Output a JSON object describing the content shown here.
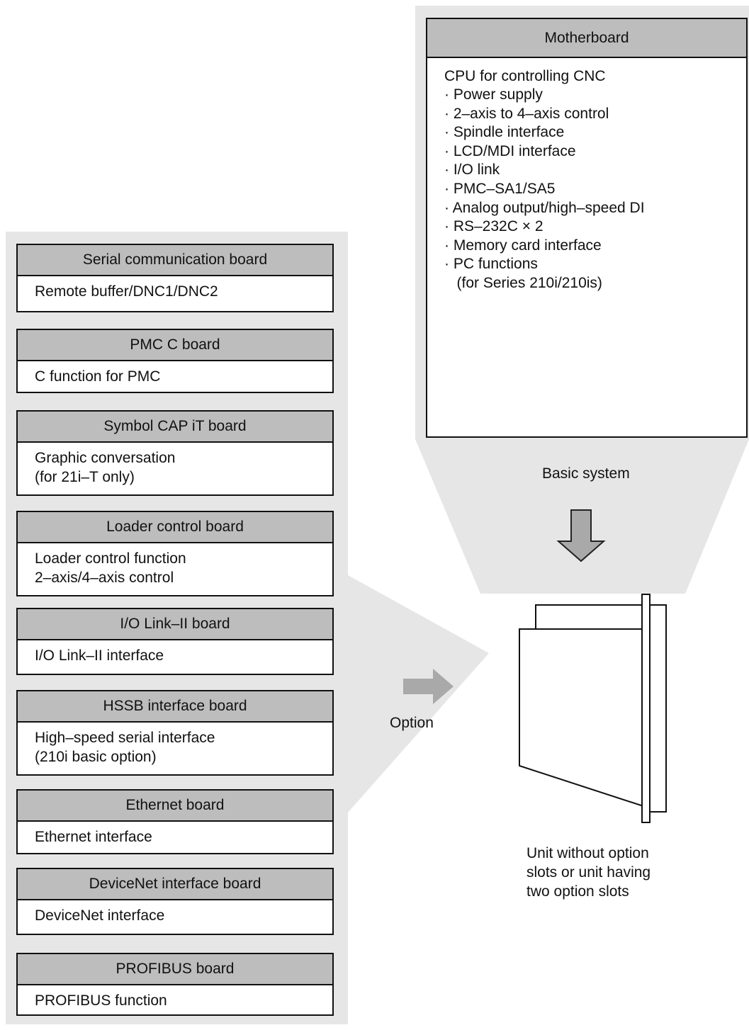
{
  "motherboard": {
    "title": "Motherboard",
    "intro": "CPU for controlling CNC",
    "items": [
      "· Power supply",
      "· 2–axis to 4–axis control",
      "· Spindle interface",
      "· LCD/MDI interface",
      "· I/O link",
      "· PMC–SA1/SA5",
      "· Analog output/high–speed DI",
      "· RS–232C × 2",
      "· Memory card interface",
      "· PC functions",
      "   (for Series 210i/210is)"
    ]
  },
  "boards": [
    {
      "title": "Serial communication board",
      "desc": "Remote buffer/DNC1/DNC2"
    },
    {
      "title": "PMC C board",
      "desc": "C function for PMC"
    },
    {
      "title": "Symbol CAP iT board",
      "desc": "Graphic conversation\n(for 21i–T only)"
    },
    {
      "title": "Loader control board",
      "desc": "Loader control function\n2–axis/4–axis control"
    },
    {
      "title": "I/O Link–II board",
      "desc": "I/O Link–II interface"
    },
    {
      "title": "HSSB interface board",
      "desc": "High–speed serial interface\n(210i basic option)"
    },
    {
      "title": "Ethernet board",
      "desc": "Ethernet interface"
    },
    {
      "title": "DeviceNet interface board",
      "desc": "DeviceNet interface"
    },
    {
      "title": "PROFIBUS board",
      "desc": "PROFIBUS function"
    }
  ],
  "labels": {
    "basic_system": "Basic system",
    "option": "Option",
    "unit_caption": "Unit without option\nslots or unit having\ntwo option slots"
  },
  "colors": {
    "panel": "#e6e6e6",
    "header": "#bdbdbd",
    "arrow": "#a9a9a9"
  },
  "icons": {
    "down_arrow": "down-arrow-icon",
    "right_arrow": "right-arrow-icon",
    "unit": "unit-drawing"
  }
}
